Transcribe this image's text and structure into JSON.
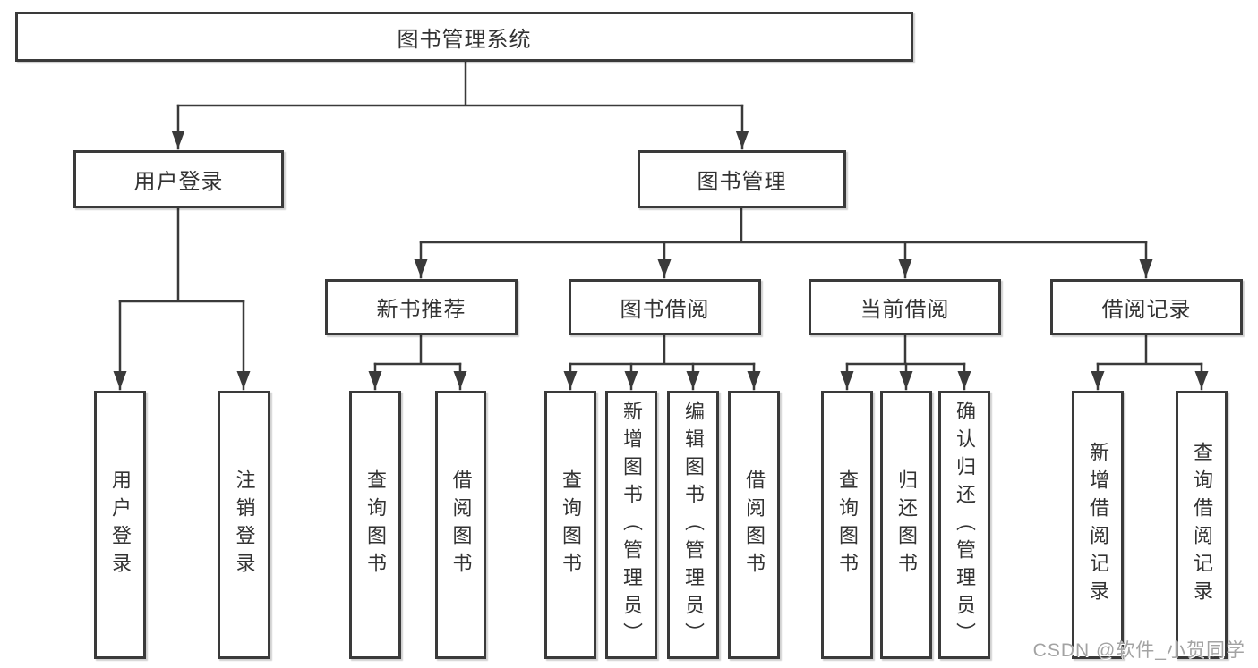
{
  "colors": {
    "background": "#ffffff",
    "line": "#3a3a3a",
    "box_border": "#3a3a3a",
    "text": "#333333",
    "watermark": "#a3a3a3"
  },
  "tree": {
    "root": {
      "label": "图书管理系统"
    },
    "children": [
      {
        "label": "用户登录",
        "children": [
          {
            "label": "用户登录"
          },
          {
            "label": "注销登录"
          }
        ]
      },
      {
        "label": "图书管理",
        "children": [
          {
            "label": "新书推荐",
            "children": [
              {
                "label": "查询图书"
              },
              {
                "label": "借阅图书"
              }
            ]
          },
          {
            "label": "图书借阅",
            "children": [
              {
                "label": "查询图书"
              },
              {
                "label": "新增图书（管理员）"
              },
              {
                "label": "编辑图书（管理员）"
              },
              {
                "label": "借阅图书"
              }
            ]
          },
          {
            "label": "当前借阅",
            "children": [
              {
                "label": "查询图书"
              },
              {
                "label": "归还图书"
              },
              {
                "label": "确认归还（管理员）"
              }
            ]
          },
          {
            "label": "借阅记录",
            "children": [
              {
                "label": "新增借阅记录"
              },
              {
                "label": "查询借阅记录"
              }
            ]
          }
        ]
      }
    ]
  },
  "watermark": {
    "text": "CSDN @软件_小贺同学"
  }
}
